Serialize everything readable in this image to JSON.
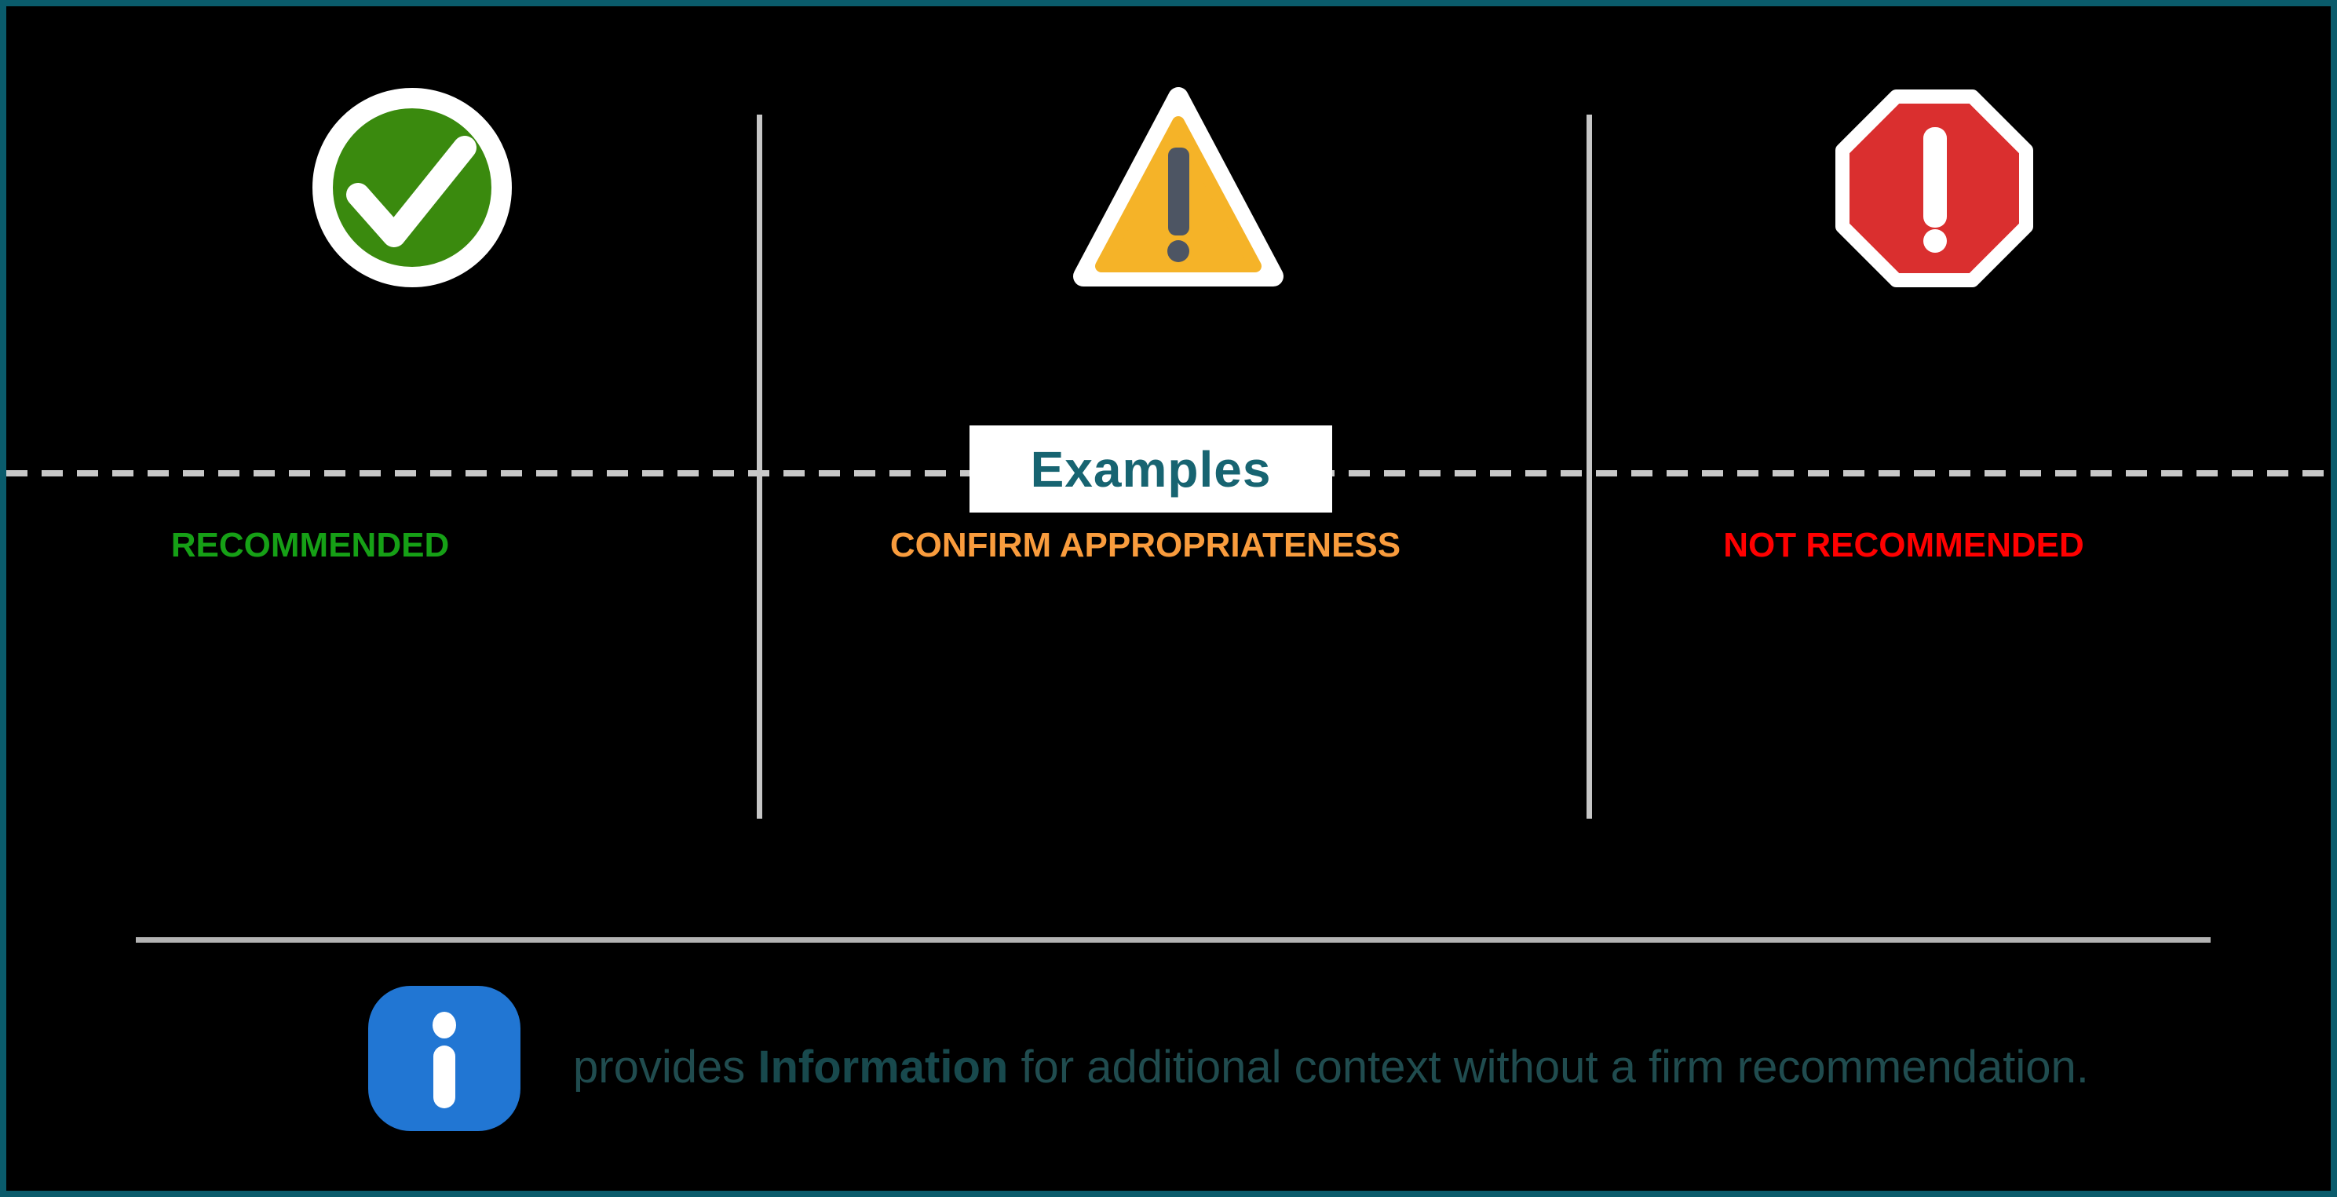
{
  "slide": {
    "background": "#000000",
    "border_color": "#0A5B6B",
    "divider_color": "#C6C6C6"
  },
  "columns": [
    {
      "label": "RECOMMENDED",
      "label_color": "#16A016",
      "icon": "check-circle-icon",
      "icon_fill": "#3A8A0E",
      "icon_outline": "#FFFFFF"
    },
    {
      "label": "CONFIRM APPROPRIATENESS",
      "label_color": "#F99C3D",
      "icon": "warning-triangle-icon",
      "icon_fill": "#F5B328",
      "icon_glyph_color": "#4D5563",
      "icon_outline": "#FFFFFF"
    },
    {
      "label": "NOT RECOMMENDED",
      "label_color": "#FF0000",
      "icon": "stop-octagon-icon",
      "icon_fill": "#DA2F2F",
      "icon_glyph_color": "#FFFFFF",
      "icon_outline": "#FFFFFF"
    }
  ],
  "examples_box": {
    "label": "Examples",
    "text_color": "#176471",
    "background": "#FFFFFF"
  },
  "footer": {
    "icon": "info-icon",
    "icon_color": "#2176D3",
    "text_prefix": "provides ",
    "text_bold": "Information",
    "text_suffix": " for additional context without a firm recommendation.",
    "text_color": "#204C4F"
  }
}
